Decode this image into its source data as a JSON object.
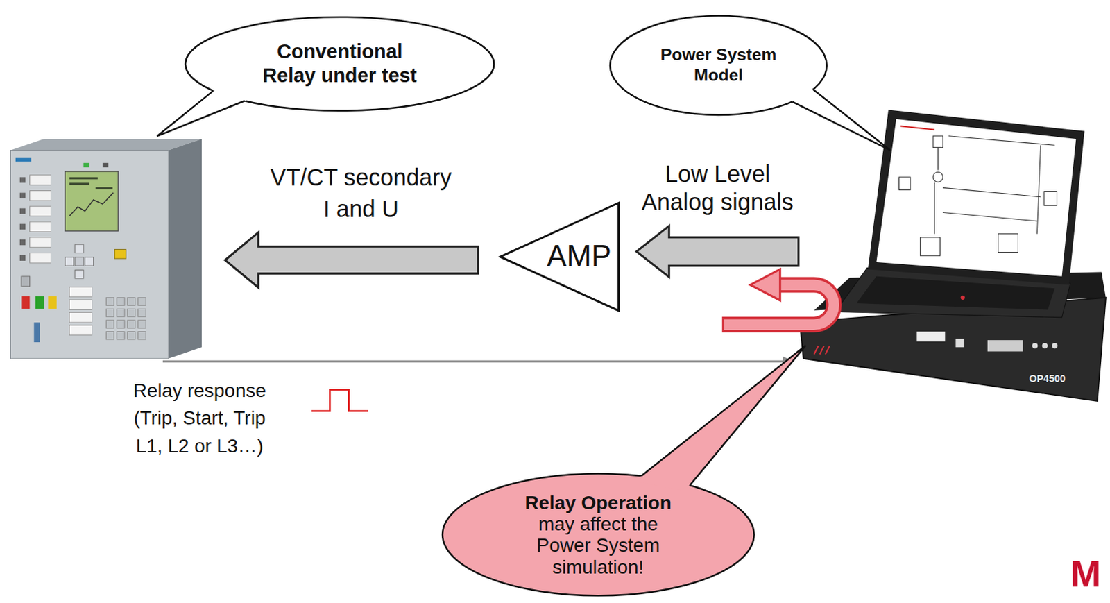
{
  "diagram": {
    "nodes": [
      {
        "text": [
          "Conventional Relay under test"
        ]
      },
      {
        "text": [
          "Power System Model"
        ]
      },
      {
        "text": [
          "AMP"
        ]
      },
      {
        "text": [
          "OP4500"
        ]
      },
      {
        "text": [
          "Relay Operation",
          "may affect the Power System simulation!"
        ]
      }
    ],
    "edges": [
      {
        "from": 3,
        "to": 2,
        "arrow": "to",
        "label": "Low Level Analog signals"
      }
    ],
    "labels": [
      "VT/CT secondary I and U",
      "Relay response (Trip, Start, Trip L1, L2 or L3…)",
      "M"
    ]
  }
}
